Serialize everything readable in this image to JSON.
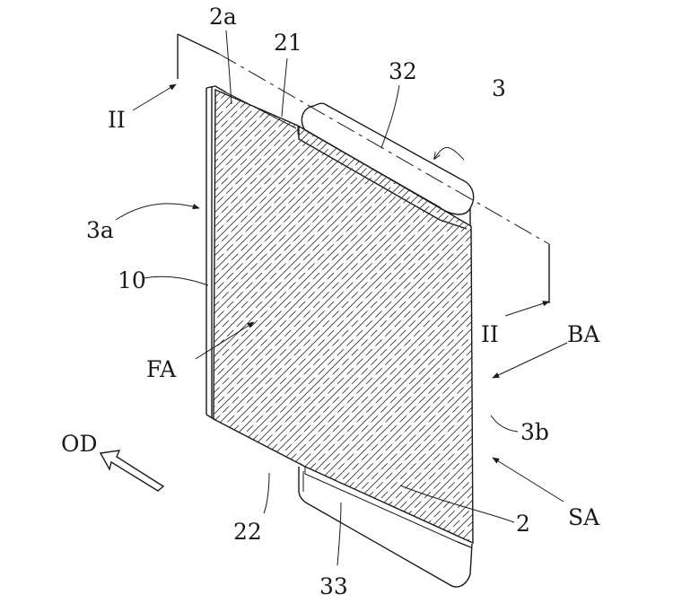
{
  "labels": {
    "2a": "2a",
    "21": "21",
    "32": "32",
    "3": "3",
    "II_top": "II",
    "3a": "3a",
    "10": "10",
    "FA": "FA",
    "II_right": "II",
    "BA": "BA",
    "3b": "3b",
    "OD": "OD",
    "22": "22",
    "2": "2",
    "SA": "SA",
    "33": "33"
  },
  "colors": {
    "line": "#1a1a1a",
    "hatch": "#3a3a3a",
    "background": "#ffffff"
  }
}
